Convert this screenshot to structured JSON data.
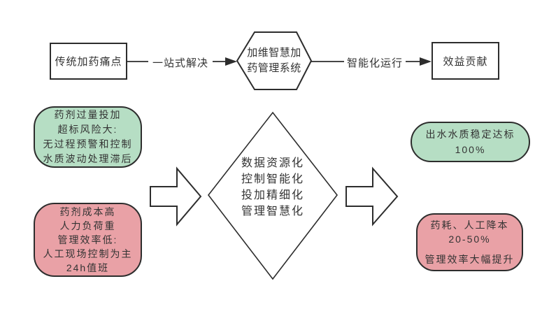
{
  "diagram": {
    "top_flow": {
      "start_box": "传统加药痛点",
      "arrow1_label": "一站式解决",
      "hexagon_lines": [
        "加维智慧加",
        "药管理系统"
      ],
      "arrow2_label": "智能化运行",
      "end_box": "效益贡献"
    },
    "pain_points": {
      "risk_box_lines": [
        "药剂过量投加",
        "超标风险大:",
        "无过程预警和控制",
        "水质波动处理滞后"
      ],
      "cost_box_lines": [
        "药剂成本高",
        "人力负荷重",
        "管理效率低:",
        "人工现场控制为主",
        "24h值班"
      ]
    },
    "core_diamond_lines": [
      "数据资源化",
      "控制智能化",
      "投加精细化",
      "管理智慧化"
    ],
    "benefits": {
      "quality_box_lines": [
        "出水水质稳定达标",
        "100%"
      ],
      "saving_box_lines": [
        "药耗、人工降本",
        "20-50%",
        "管理效率大幅提升"
      ]
    },
    "colors": {
      "green_fill": "#b6dec4",
      "red_fill": "#e9a1a6",
      "stroke": "#2d2d2d",
      "background": "#ffffff"
    }
  }
}
